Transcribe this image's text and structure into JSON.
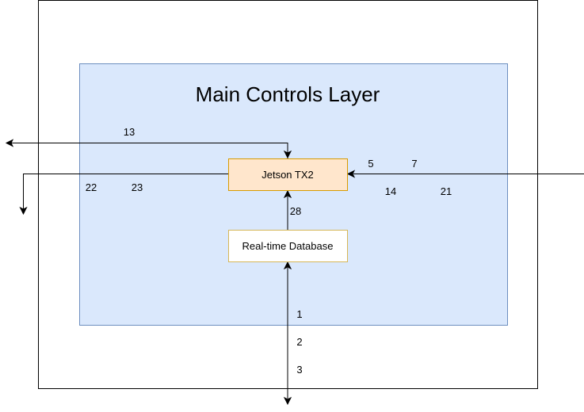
{
  "diagram": {
    "layer_title": "Main Controls Layer",
    "nodes": {
      "jetson": "Jetson TX2",
      "database": "Real-time Database"
    },
    "edge_labels": {
      "l13": "13",
      "l5": "5",
      "l7": "7",
      "l14": "14",
      "l21": "21",
      "l22": "22",
      "l23": "23",
      "l28": "28",
      "l1": "1",
      "l2": "2",
      "l3": "3"
    }
  }
}
